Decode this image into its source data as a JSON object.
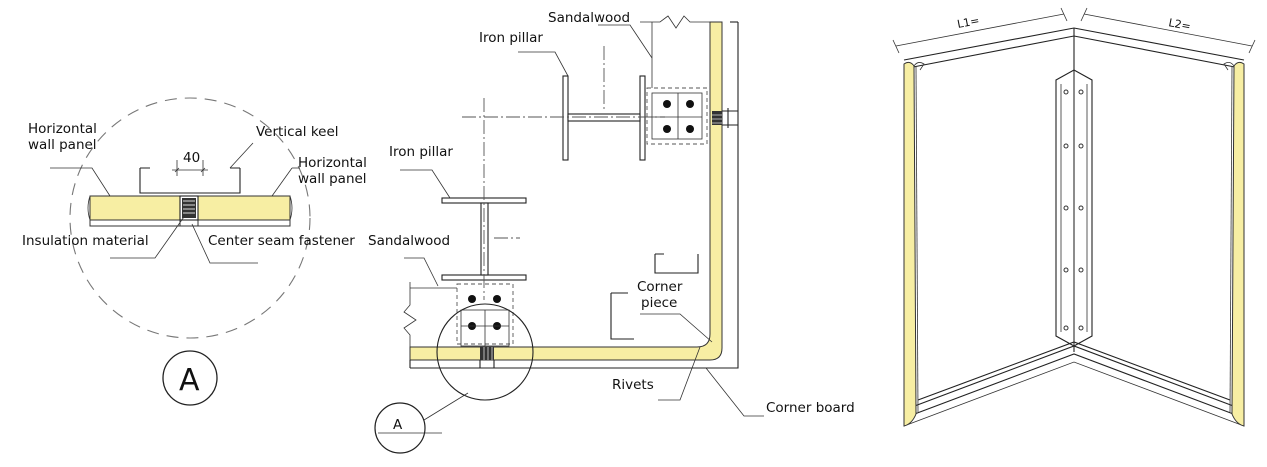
{
  "detail_a": {
    "horizontal_wall_panel_left": [
      "Horizontal",
      "wall panel"
    ],
    "vertical_keel": "Vertical keel",
    "dimension_40": "40",
    "horizontal_wall_panel_right": [
      "Horizontal",
      "wall panel"
    ],
    "insulation_material": "Insulation material",
    "center_seam_fastener": "Center seam fastener",
    "marker": "A"
  },
  "plan": {
    "sandalwood_top": "Sandalwood",
    "iron_pillar_top": "Iron pillar",
    "iron_pillar_left": "Iron pillar",
    "sandalwood_left": "Sandalwood",
    "corner_piece": [
      "Corner",
      "piece"
    ],
    "rivets": "Rivets",
    "corner_board": "Corner board",
    "section_marker": "A"
  },
  "perspective": {
    "l1": "L1=",
    "l2": "L2="
  },
  "colors": {
    "panel_yellow": "#f7eea3",
    "line": "#222222"
  }
}
